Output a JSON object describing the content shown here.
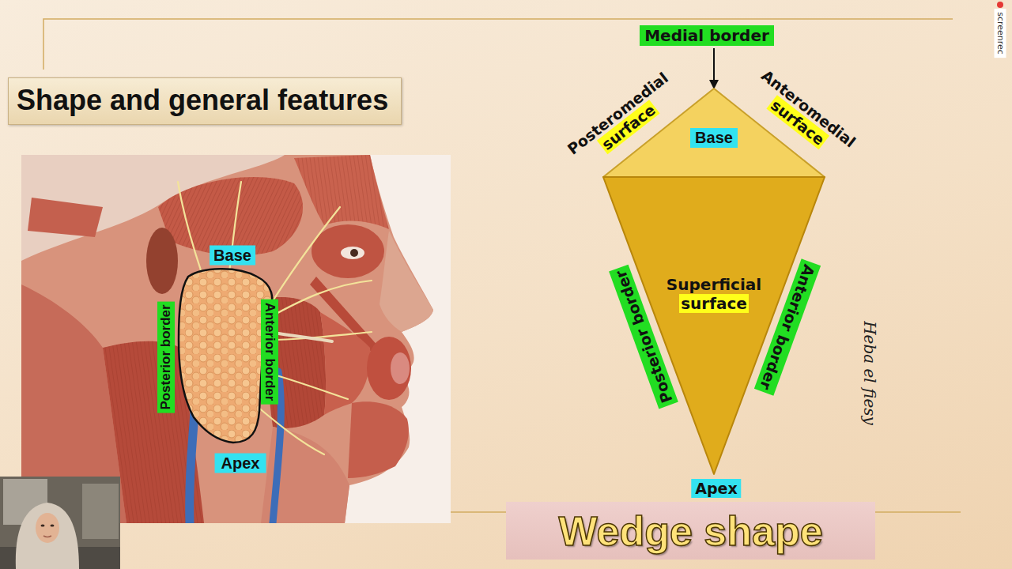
{
  "diagram": {
    "title": "Shape and general features",
    "caption": "Wedge shape",
    "nodes": [
      {
        "text": [
          "Medial border"
        ]
      },
      {
        "text": [
          "Base"
        ]
      },
      {
        "text": [
          "Superficial surface"
        ]
      }
    ],
    "edges": [
      {
        "from": 0,
        "to": 1,
        "arrow": "to"
      }
    ],
    "labels": [
      "Base",
      "Posterior border",
      "Anterior border",
      "Apex",
      "Posteromedial surface",
      "Anteromedial surface",
      "Posterior border",
      "Anterior border",
      "Apex",
      "Heba el fiesy",
      "screenrec"
    ]
  }
}
